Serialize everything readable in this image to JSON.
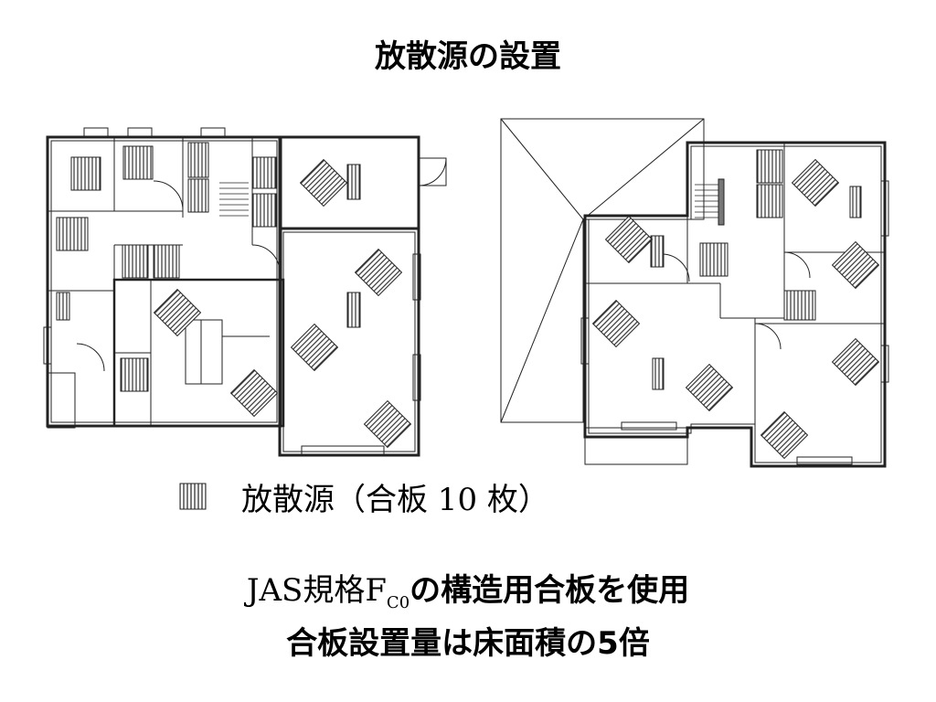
{
  "title": "放散源の設置",
  "legend": {
    "label": "放散源（合板 10 枚）"
  },
  "notes": {
    "line1_prefix": "JAS規格F",
    "line1_sub": "C0",
    "line1_suffix": "の構造用合板を使用",
    "line2": "合板設置量は床面積の5倍"
  }
}
